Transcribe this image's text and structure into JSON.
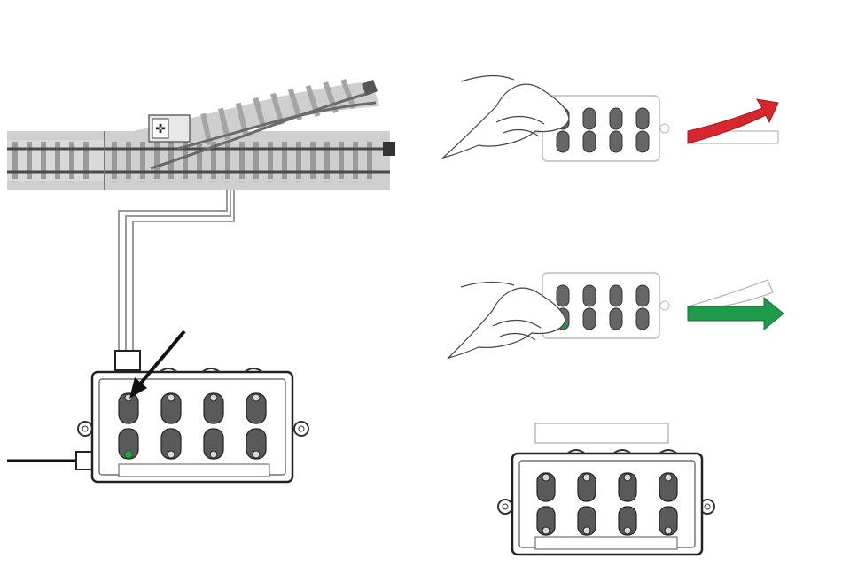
{
  "figure": {
    "track_section": {
      "present": true
    },
    "control_panel": {
      "rows": 2,
      "columns": 4,
      "indicator_color": "#2a9d3f"
    },
    "examples": [
      {
        "state": "red",
        "pressed_button": "top-left",
        "arrow_color": "#d7262d",
        "direction": "curved"
      },
      {
        "state": "green",
        "pressed_button": "bottom-left",
        "arrow_color": "#1f9a4a",
        "direction": "straight"
      }
    ],
    "colors": {
      "track_gray": "#c9c9c9",
      "track_dark": "#5a5a5a",
      "button_dark": "#555555",
      "panel_edge": "#2a2a2a"
    }
  }
}
